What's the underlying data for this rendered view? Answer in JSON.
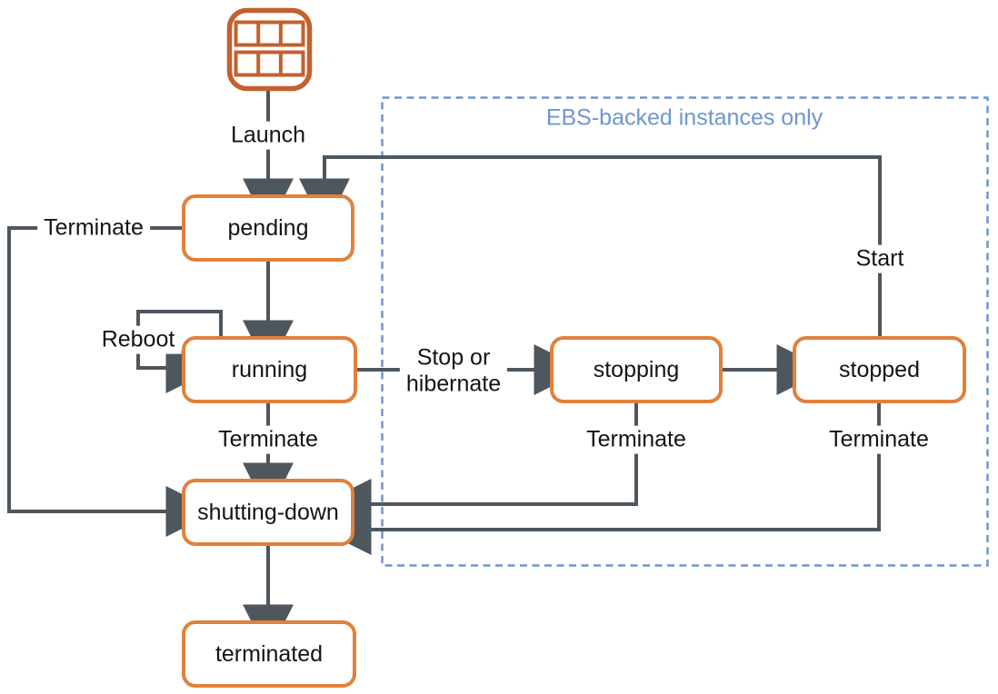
{
  "colors": {
    "background": "#ffffff",
    "node_border": "#e0813c",
    "node_fill": "#ffffff",
    "icon_orange": "#c2612f",
    "line_gray": "#4e565e",
    "ebs_blue": "#6f96d0",
    "text": "#141414"
  },
  "icon": {
    "name": "ami-grid-icon"
  },
  "ebs_region": {
    "label": "EBS-backed instances only"
  },
  "nodes": [
    {
      "id": "pending",
      "label": "pending"
    },
    {
      "id": "running",
      "label": "running"
    },
    {
      "id": "stopping",
      "label": "stopping"
    },
    {
      "id": "stopped",
      "label": "stopped"
    },
    {
      "id": "shutting-down",
      "label": "shutting-down"
    },
    {
      "id": "terminated",
      "label": "terminated"
    }
  ],
  "edge_labels": {
    "launch": "Launch",
    "terminate_from_pending": "Terminate",
    "reboot": "Reboot",
    "stop_or_hibernate": "Stop or\nhibernate",
    "terminate_from_running": "Terminate",
    "terminate_from_stopping": "Terminate",
    "terminate_from_stopped": "Terminate",
    "start": "Start"
  },
  "edges": [
    {
      "from": "ami-icon",
      "to": "pending",
      "label": "Launch"
    },
    {
      "from": "pending",
      "to": "running",
      "label": ""
    },
    {
      "from": "pending",
      "to": "shutting-down",
      "label": "Terminate"
    },
    {
      "from": "running",
      "to": "running",
      "label": "Reboot"
    },
    {
      "from": "running",
      "to": "stopping",
      "label": "Stop or hibernate"
    },
    {
      "from": "stopping",
      "to": "stopped",
      "label": ""
    },
    {
      "from": "stopped",
      "to": "pending",
      "label": "Start"
    },
    {
      "from": "running",
      "to": "shutting-down",
      "label": "Terminate"
    },
    {
      "from": "stopping",
      "to": "shutting-down",
      "label": "Terminate"
    },
    {
      "from": "stopped",
      "to": "shutting-down",
      "label": "Terminate"
    },
    {
      "from": "shutting-down",
      "to": "terminated",
      "label": ""
    }
  ]
}
